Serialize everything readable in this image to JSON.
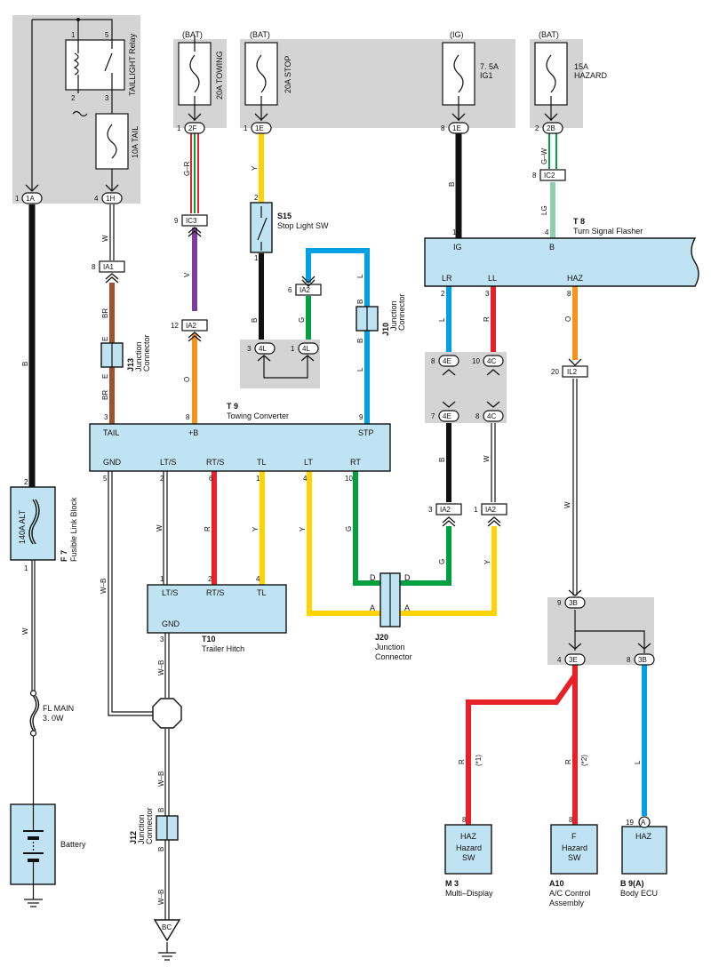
{
  "power_sources": {
    "bat_towing": "(BAT)",
    "bat_stop": "(BAT)",
    "ig": "(IG)",
    "bat_hazard": "(BAT)"
  },
  "fuses": {
    "towing": "20A TOWING",
    "stop": "20A STOP",
    "ig1_amp": "7. 5A",
    "ig1_name": "IG1",
    "hazard_amp": "15A",
    "hazard_name": "HAZARD",
    "tail": "10A TAIL",
    "alt": "140A ALT",
    "fl_main_1": "FL MAIN",
    "fl_main_2": "3. 0W"
  },
  "relay": {
    "name": "TAILLIGHT Relay",
    "pin1": "1",
    "pin2": "2",
    "pin3": "3",
    "pin5": "5"
  },
  "connectors": {
    "c1A": "1A",
    "c1H": "1H",
    "c2F": "2F",
    "c1E_stop": "1E",
    "c1E_ig": "1E",
    "c2B": "2B",
    "cIC2": "IC2",
    "cIC3": "IC3",
    "cIA1": "IA1",
    "cIA2_a": "IA2",
    "cIA2_b": "IA2",
    "c4L_a": "4L",
    "c4L_b": "4L",
    "c4E_a": "4E",
    "c4E_b": "4E",
    "c4C_a": "4C",
    "c4C_b": "4C",
    "cIL2": "IL2",
    "cIA2_c": "IA2",
    "cIA2_d": "IA2",
    "c3B_a": "3B",
    "c3E": "3E",
    "c3B_b": "3B",
    "cBC": "BC",
    "cA": "A"
  },
  "pins": {
    "p1A": "1",
    "p1H": "4",
    "p2F": "1",
    "p1E_stop": "1",
    "p1E_ig": "8",
    "p2B": "2",
    "pIC2": "8",
    "pIC3": "9",
    "pIA1": "8",
    "pS15_top": "2",
    "pS15_bot": "1",
    "pIA2_l": "6",
    "pIA2_o": "12",
    "p4L_a": "3",
    "p4L_b": "1",
    "p4E_a": "8",
    "p4C_a": "10",
    "p4E_b": "7",
    "p4C_b": "8",
    "pIL2": "20",
    "pT8_ig": "1",
    "pT8_b": "4",
    "pT8_lr": "2",
    "pT8_ll": "3",
    "pT8_haz": "8",
    "pT9_tail": "3",
    "pT9_b": "8",
    "pT9_stp": "9",
    "pT9_gnd": "5",
    "pT9_lts": "2",
    "pT9_rts": "6",
    "pT9_tl": "1",
    "pT9_lt": "4",
    "pT9_rt": "10",
    "pT10_lts": "1",
    "pT10_rts": "2",
    "pT10_tl": "4",
    "pT10_gnd": "3",
    "pF7_top": "2",
    "pF7_bot": "1",
    "pIA2_w": "1",
    "pIA2_g": "3",
    "p3B_a": "9",
    "p3E": "4",
    "p3B_b": "8",
    "pM3": "8",
    "pA10": "8",
    "pB9": "19"
  },
  "wire_colors": {
    "w_G_R": "G–R",
    "w_V": "V",
    "w_O": "O",
    "w_Y_stop": "Y",
    "w_B_s15": "B",
    "w_G_4L": "G",
    "w_L_top": "L",
    "w_B_j10": "B",
    "w_B_j10b": "B",
    "w_L_bot": "L",
    "w_B_ig": "B",
    "w_G_W": "G–W",
    "w_LG": "LG",
    "w_L_lr": "L",
    "w_R_ll": "R",
    "w_O_haz": "O",
    "w_B_4E": "B",
    "w_W_4C": "W",
    "w_W_il2": "W",
    "w_G_rt": "G",
    "w_Y_lt": "Y",
    "w_W_tail": "W",
    "w_BR_1": "BR",
    "w_E_1": "E",
    "w_E_2": "E",
    "w_BR_2": "BR",
    "w_B_main": "B",
    "w_W_main": "W",
    "w_WB_gnd": "W–B",
    "w_W_lts": "W",
    "w_R_rts": "R",
    "w_Y_tl": "Y",
    "w_WB_t10": "W–B",
    "w_WB_j12": "W–B",
    "w_B_j12a": "B",
    "w_B_j12b": "B",
    "w_WB_bot": "W–B",
    "w_R_m3": "R",
    "w_R_a10": "R",
    "w_L_b9": "L"
  },
  "components": {
    "T9": {
      "code": "T 9",
      "name": "Towing Converter",
      "tail": "TAIL",
      "b": "+B",
      "stp": "STP",
      "gnd": "GND",
      "lts": "LT/S",
      "rts": "RT/S",
      "tl": "TL",
      "lt": "LT",
      "rt": "RT"
    },
    "T8": {
      "code": "T 8",
      "name": "Turn Signal Flasher",
      "ig": "IG",
      "b": "B",
      "lr": "LR",
      "ll": "LL",
      "haz": "HAZ"
    },
    "T10": {
      "code": "T10",
      "name": "Trailer Hitch",
      "lts": "LT/S",
      "rts": "RT/S",
      "tl": "TL",
      "gnd": "GND"
    },
    "S15": {
      "code": "S15",
      "name": "Stop Light SW"
    },
    "J10": {
      "code": "J10",
      "name1": "Junction",
      "name2": "Connector"
    },
    "J13": {
      "code": "J13",
      "name1": "Junction",
      "name2": "Connector"
    },
    "J20": {
      "code": "J20",
      "name1": "Junction",
      "name2": "Connector",
      "d": "D",
      "a": "A"
    },
    "J12": {
      "code": "J12",
      "name1": "Junction",
      "name2": "Connector"
    },
    "F7": {
      "code": "F 7",
      "name": "Fusible Link Block"
    },
    "Battery": {
      "name": "Battery"
    },
    "M3": {
      "code": "M 3",
      "name": "Multi–Display",
      "l1": "HAZ",
      "l2": "Hazard",
      "l3": "SW"
    },
    "A10": {
      "code": "A10",
      "name1": "A/C Control",
      "name2": "Assembly",
      "l1": "F",
      "l2": "Hazard",
      "l3": "SW"
    },
    "B9": {
      "code": "B 9(A)",
      "name": "Body ECU",
      "l1": "HAZ"
    }
  },
  "notes": {
    "n1": "(*1)",
    "n2": "(*2)"
  },
  "colors": {
    "blue": "#00a0e3",
    "red": "#e8202a",
    "yellow": "#ffd400",
    "green": "#00a040",
    "orange": "#f7941d",
    "purple": "#7b3f98",
    "brown": "#a0522d",
    "lightgreen": "#8dd1a8",
    "black": "#111111",
    "gray": "#d4d4d4",
    "box": "#bfe3f2"
  }
}
